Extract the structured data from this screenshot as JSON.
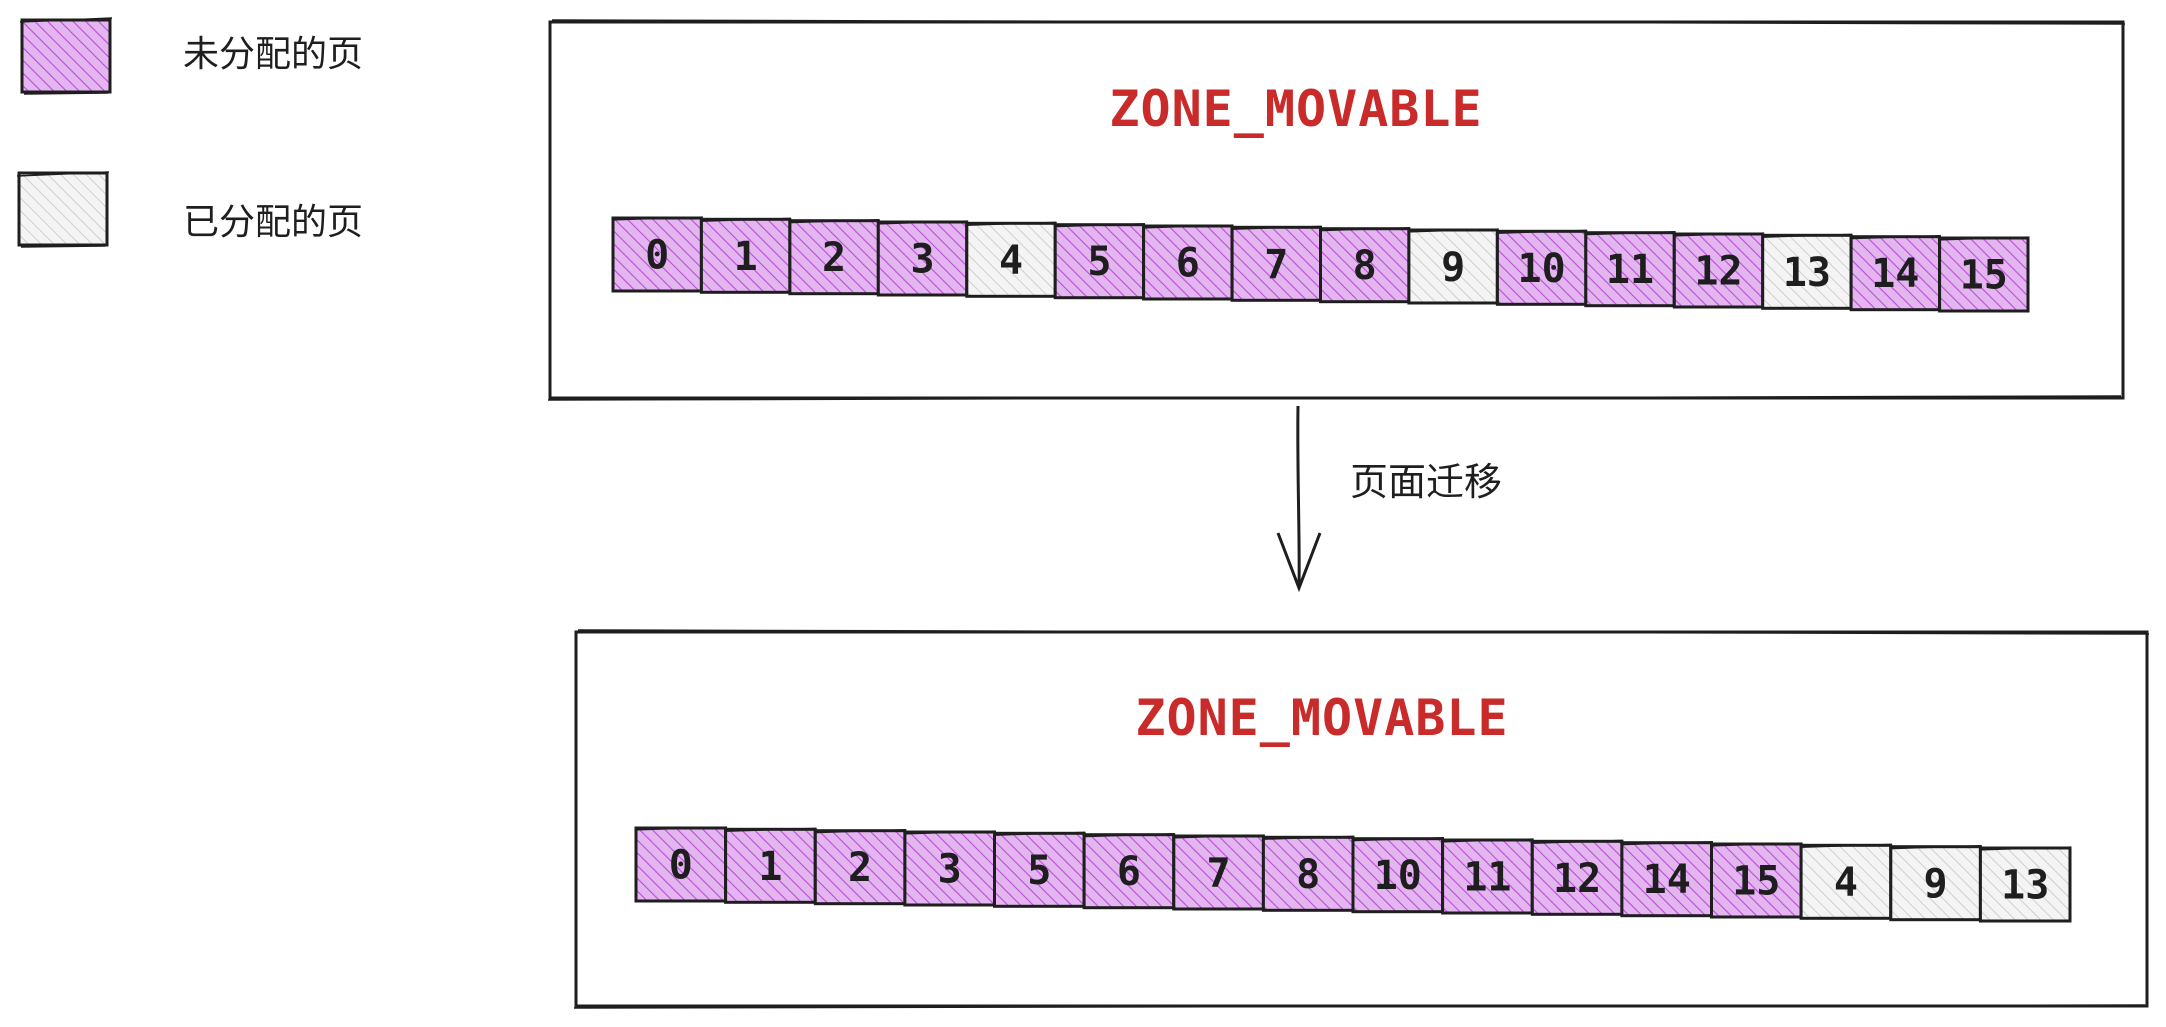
{
  "colors": {
    "free_fill": "#e3b6ef",
    "free_hatch": "#be4bdb",
    "used_fill": "#f1f1f1",
    "used_hatch": "#c8c8c8",
    "stroke": "#1e1e1e",
    "title": "#c92a2a"
  },
  "legend": {
    "free_label": "未分配的页",
    "used_label": "已分配的页"
  },
  "arrow_label": "页面迁移",
  "zones": [
    {
      "title": "ZONE_MOVABLE",
      "pages": [
        {
          "label": "0",
          "state": "free"
        },
        {
          "label": "1",
          "state": "free"
        },
        {
          "label": "2",
          "state": "free"
        },
        {
          "label": "3",
          "state": "free"
        },
        {
          "label": "4",
          "state": "used"
        },
        {
          "label": "5",
          "state": "free"
        },
        {
          "label": "6",
          "state": "free"
        },
        {
          "label": "7",
          "state": "free"
        },
        {
          "label": "8",
          "state": "free"
        },
        {
          "label": "9",
          "state": "used"
        },
        {
          "label": "10",
          "state": "free"
        },
        {
          "label": "11",
          "state": "free"
        },
        {
          "label": "12",
          "state": "free"
        },
        {
          "label": "13",
          "state": "used"
        },
        {
          "label": "14",
          "state": "free"
        },
        {
          "label": "15",
          "state": "free"
        }
      ]
    },
    {
      "title": "ZONE_MOVABLE",
      "pages": [
        {
          "label": "0",
          "state": "free"
        },
        {
          "label": "1",
          "state": "free"
        },
        {
          "label": "2",
          "state": "free"
        },
        {
          "label": "3",
          "state": "free"
        },
        {
          "label": "5",
          "state": "free"
        },
        {
          "label": "6",
          "state": "free"
        },
        {
          "label": "7",
          "state": "free"
        },
        {
          "label": "8",
          "state": "free"
        },
        {
          "label": "10",
          "state": "free"
        },
        {
          "label": "11",
          "state": "free"
        },
        {
          "label": "12",
          "state": "free"
        },
        {
          "label": "14",
          "state": "free"
        },
        {
          "label": "15",
          "state": "free"
        },
        {
          "label": "4",
          "state": "used"
        },
        {
          "label": "9",
          "state": "used"
        },
        {
          "label": "13",
          "state": "used"
        }
      ]
    }
  ]
}
